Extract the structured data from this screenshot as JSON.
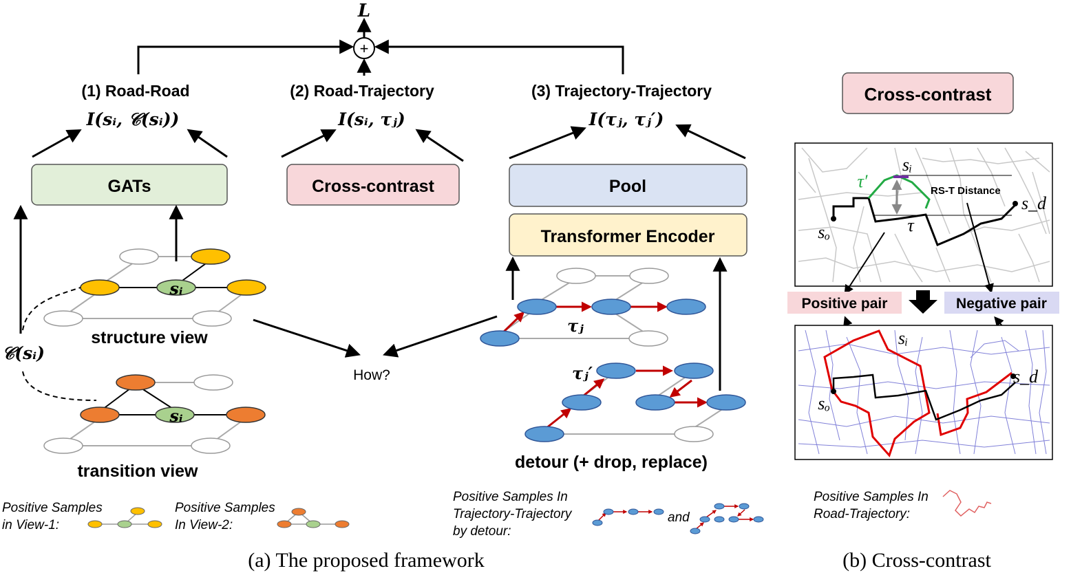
{
  "loss": {
    "label": "L",
    "plus": "+"
  },
  "objectives": {
    "road_road": {
      "title": "(1) Road-Road",
      "formula": "I(sᵢ, 𝒞(sᵢ))"
    },
    "road_traj": {
      "title": "(2) Road-Trajectory",
      "formula": "I(sᵢ, τⱼ)"
    },
    "traj_traj": {
      "title": "(3) Trajectory-Trajectory",
      "formula": "I(τⱼ, τⱼ′)"
    }
  },
  "modules": {
    "gats": "GATs",
    "cross_contrast": "Cross-contrast",
    "pool": "Pool",
    "transformer": "Transformer Encoder"
  },
  "views": {
    "structure": "structure view",
    "transition": "transition view",
    "context_label": "𝒞(sᵢ)",
    "node_label": "sᵢ",
    "how": "How?"
  },
  "trajectory": {
    "tau_j": "τⱼ",
    "tau_j_prime": "τⱼ′",
    "detour": "detour (+ drop, replace)"
  },
  "legend": {
    "view1": [
      "Positive Samples",
      "in View-1:"
    ],
    "view2": [
      "Positive Samples",
      "In View-2:"
    ],
    "traj": [
      "Positive Samples In",
      "Trajectory-Trajectory",
      "by detour:"
    ],
    "and": "and",
    "road_traj": [
      "Positive Samples In",
      "Road-Trajectory:"
    ]
  },
  "panel_b": {
    "title": "Cross-contrast",
    "positive_pair": "Positive pair",
    "negative_pair": "Negative pair",
    "rst_distance": "RS-T Distance",
    "s_i": "sᵢ",
    "s_o": "sₒ",
    "s_d": "s_d",
    "tau": "τ",
    "tau_prime": "τ′"
  },
  "captions": {
    "a": "(a) The proposed framework",
    "b": "(b) Cross-contrast"
  },
  "colors": {
    "gats_fill": "#e2efd9",
    "cross_fill": "#f8d7da",
    "pool_fill": "#dae3f3",
    "transformer_fill": "#fff2cc",
    "yellow_node": "#ffc000",
    "orange_node": "#ed7d31",
    "green_node": "#a9d18e",
    "blue_node": "#5b9bd5",
    "red_arrow": "#c00000",
    "green_path": "#22aa44",
    "purple_seg": "#7030a0",
    "positive_bg": "#f8d7da",
    "negative_bg": "#d9d9f3"
  }
}
